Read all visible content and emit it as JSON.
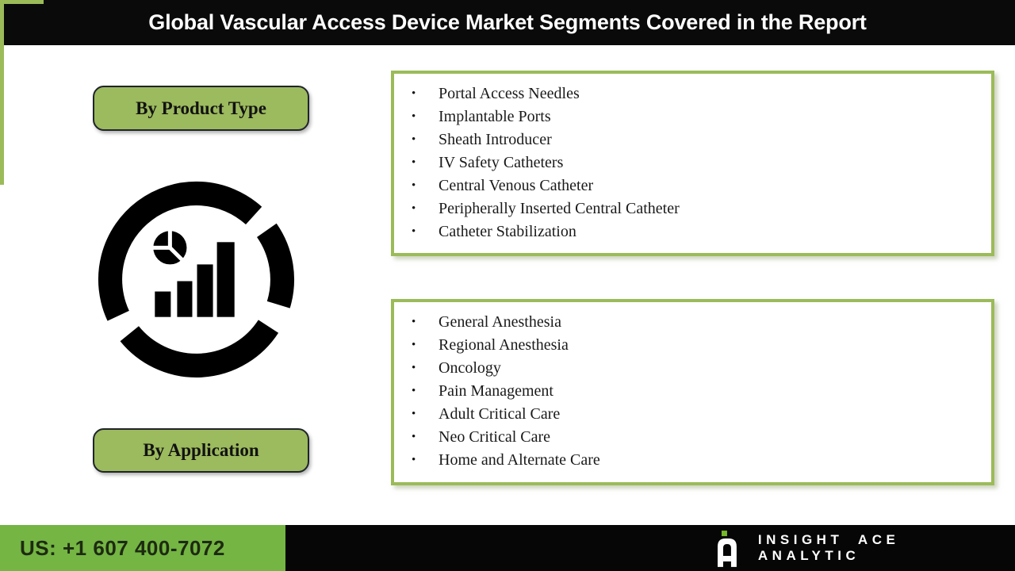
{
  "header": {
    "title": "Global Vascular Access Device Market Segments Covered in the Report"
  },
  "sections": [
    {
      "label": "By Product Type",
      "items": [
        "Portal Access Needles",
        "Implantable Ports",
        "Sheath Introducer",
        "IV Safety Catheters",
        "Central Venous Catheter",
        "Peripherally Inserted Central Catheter",
        "Catheter Stabilization"
      ]
    },
    {
      "label": "By Application",
      "items": [
        "General Anesthesia",
        "Regional Anesthesia",
        "Oncology",
        "Pain Management",
        "Adult Critical Care",
        "Neo Critical Care",
        "Home and Alternate Care"
      ]
    }
  ],
  "bullet": "•",
  "icons": {
    "center": "market-analytics-chart-icon",
    "brand": "insight-ace-a-logo",
    "brand_dot": "green-square-dot"
  },
  "footer": {
    "phone": "US: +1 607 400-7072",
    "brand": "INSIGHT ACE ANALYTIC"
  },
  "colors": {
    "olive_green": "#9bbb59",
    "button_fill": "#9cba5e",
    "button_border": "#20242b",
    "footer_green": "#74b544",
    "logo_dot_green": "#76b82a",
    "header_bg": "#0a0a0a",
    "footer_bg": "#060606",
    "title_text": "#ffffff",
    "list_text": "#1a1a1a"
  }
}
